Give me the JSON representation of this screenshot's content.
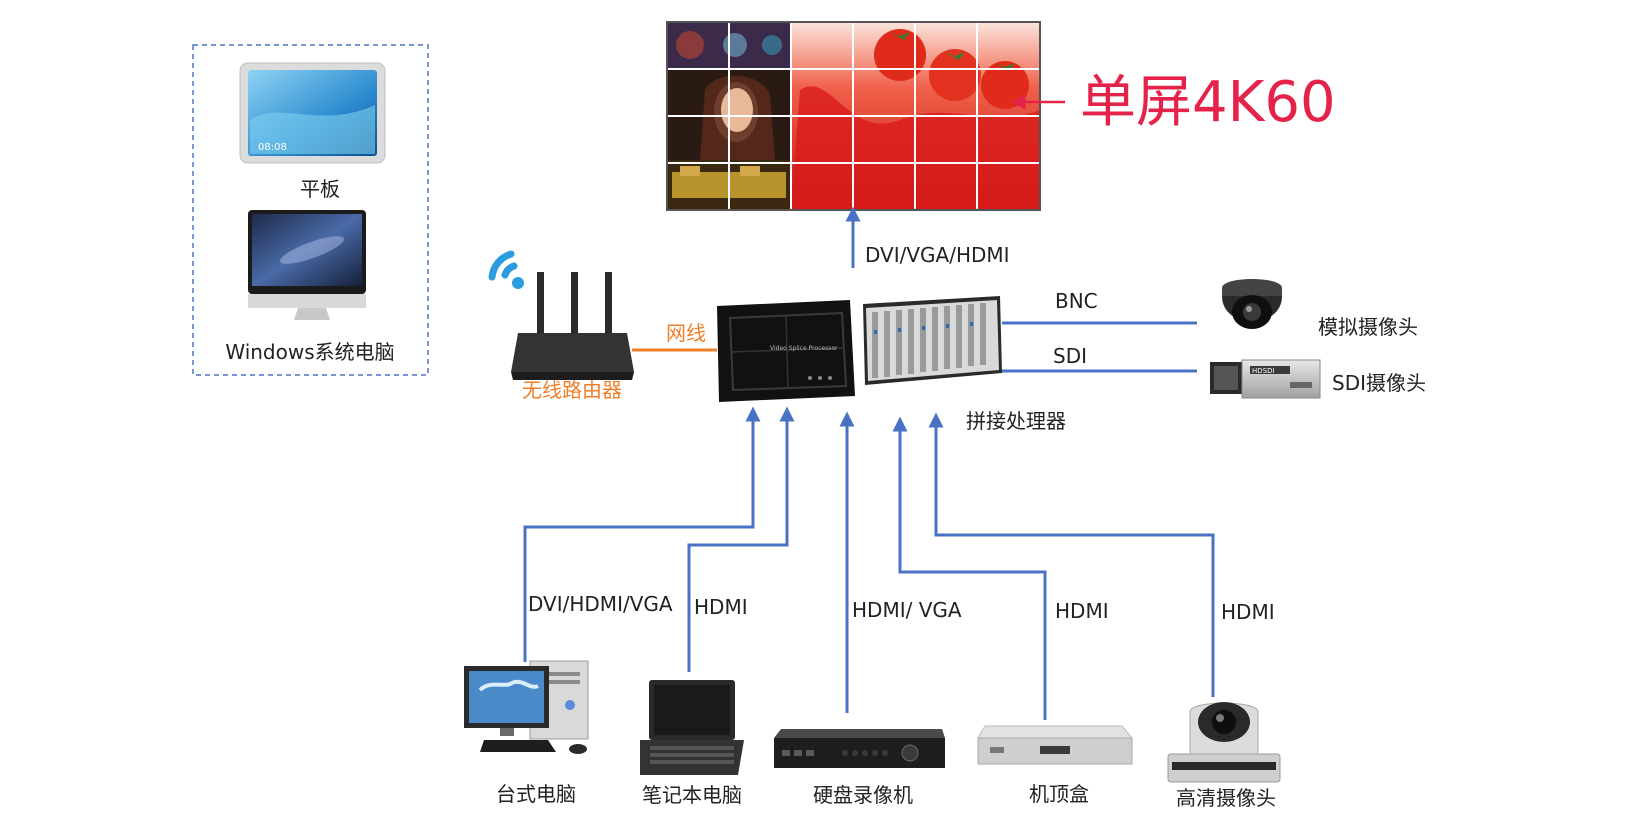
{
  "colors": {
    "link_blue": "#4a72c4",
    "network_orange": "#f07f2a",
    "headline_red": "#e5234a",
    "dashed_box": "#4a72c4"
  },
  "video_wall": {
    "headline": "单屏4K60",
    "output_link_label": "DVI/VGA/HDMI"
  },
  "clients": {
    "tablet_label": "平板",
    "pc_label": "Windows系统电脑"
  },
  "network": {
    "router_label": "无线路由器",
    "cable_label": "网线"
  },
  "processor": {
    "label": "拼接处理器",
    "front_badge": "Video Splice Processor"
  },
  "cameras": {
    "analog": {
      "label": "模拟摄像头",
      "link_label": "BNC"
    },
    "sdi": {
      "label": "SDI摄像头",
      "link_label": "SDI",
      "brand": "HDSDI"
    }
  },
  "sources": [
    {
      "id": "desktop",
      "label": "台式电脑",
      "link_label": "DVI/HDMI/VGA"
    },
    {
      "id": "laptop",
      "label": "笔记本电脑",
      "link_label": "HDMI"
    },
    {
      "id": "dvr",
      "label": "硬盘录像机",
      "link_label": "HDMI/ VGA"
    },
    {
      "id": "stb",
      "label": "机顶盒",
      "link_label": "HDMI"
    },
    {
      "id": "hdcam",
      "label": "高清摄像头",
      "link_label": "HDMI"
    }
  ],
  "icons": {
    "wifi": "wifi-icon",
    "arrow": "arrow-up-icon"
  }
}
